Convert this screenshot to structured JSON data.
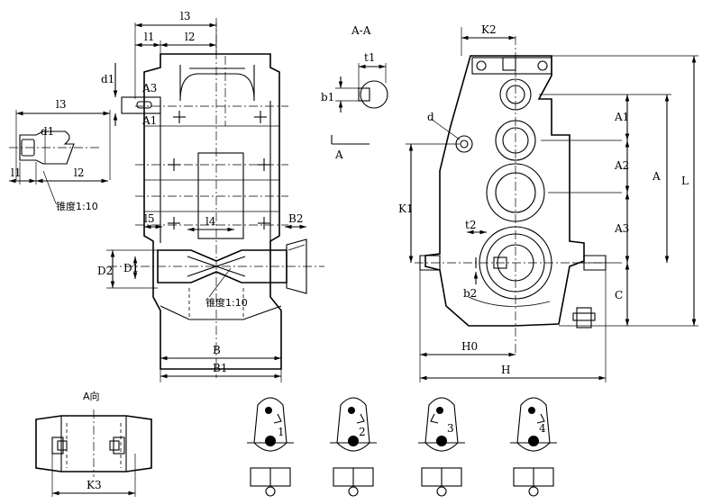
{
  "labels": {
    "l3_top": "l3",
    "l1_top": "l1",
    "l2_top": "l2",
    "d1_top": "d1",
    "A3_front": "A3",
    "A1_front": "A1",
    "l3_left": "l3",
    "d1_left": "d1",
    "l1_left": "l1",
    "l2_left": "l2",
    "taper_left": "锥度1:10",
    "l5": "l5",
    "l4": "l4",
    "B2": "B2",
    "D2": "D2",
    "D1": "D1",
    "taper_center": "锥度1:10",
    "B": "B",
    "B1": "B1",
    "section_title": "A-A",
    "t1": "t1",
    "b1": "b1",
    "A_arrow": "A",
    "K2": "K2",
    "d_hole": "d",
    "K1": "K1",
    "t2": "t2",
    "b2": "b2",
    "A1_side": "A1",
    "A2_side": "A2",
    "A_side": "A",
    "A3_side": "A3",
    "L": "L",
    "C": "C",
    "H0": "H0",
    "H": "H",
    "view_title": "A向",
    "K3": "K3",
    "variant_1": "1",
    "variant_2": "2",
    "variant_3": "3",
    "variant_4": "4"
  }
}
